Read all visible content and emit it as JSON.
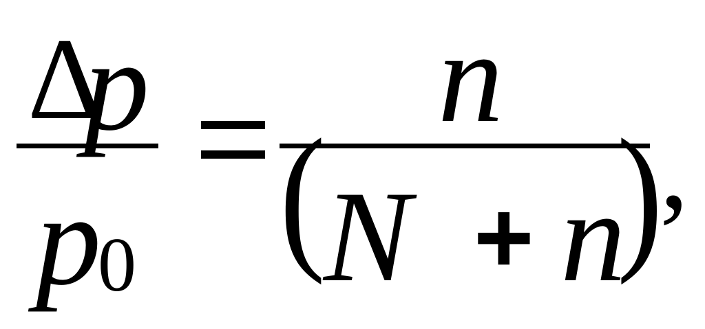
{
  "formula": {
    "lhs": {
      "numerator": {
        "delta": "Δ",
        "variable": "p"
      },
      "denominator": {
        "variable": "p",
        "subscript": "0"
      }
    },
    "relation": "=",
    "rhs": {
      "numerator": {
        "variable": "n"
      },
      "denominator": {
        "left_paren": "(",
        "term1": "N",
        "operator": "+",
        "term2": "n",
        "right_paren": ")"
      }
    },
    "trailing_punctuation": ","
  }
}
